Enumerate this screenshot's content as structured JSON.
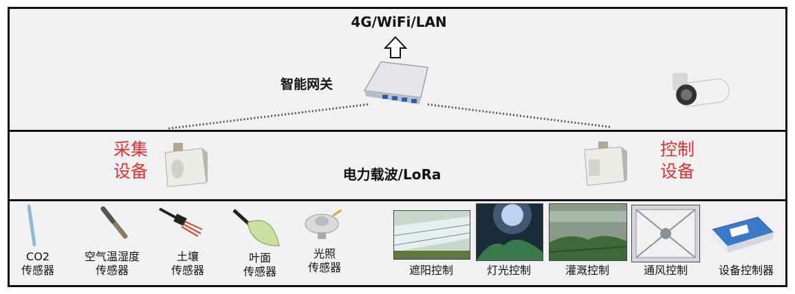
{
  "network": {
    "title": "4G/WiFi/LAN"
  },
  "gateway": {
    "label": "智能网关"
  },
  "middle": {
    "collect_line1": "采集",
    "collect_line2": "设备",
    "control_line1": "控制",
    "control_line2": "设备",
    "bus_label": "电力载波/LoRa"
  },
  "sensors": [
    {
      "line1": "CO2",
      "line2": "传感器"
    },
    {
      "line1": "空气温湿度",
      "line2": "传感器"
    },
    {
      "line1": "土壤",
      "line2": "传感器"
    },
    {
      "line1": "叶面",
      "line2": "传感器"
    },
    {
      "line1": "光照",
      "line2": "传感器"
    }
  ],
  "controls": [
    {
      "label": "遮阳控制"
    },
    {
      "label": "灯光控制"
    },
    {
      "label": "灌溉控制"
    },
    {
      "label": "通风控制"
    },
    {
      "label": "设备控制器"
    }
  ],
  "colors": {
    "accent_red": "#e03030",
    "band_bg": "#f1f1f3",
    "border": "#111111"
  }
}
